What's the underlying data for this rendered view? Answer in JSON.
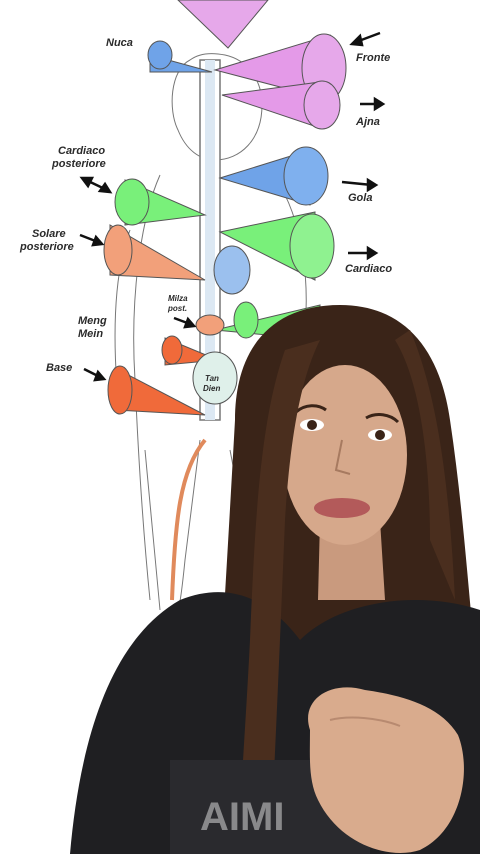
{
  "labels": {
    "nuca": "Nuca",
    "fronte": "Fronte",
    "ajna": "Ajna",
    "cardiaco_posteriore_1": "Cardiaco",
    "cardiaco_posteriore_2": "posteriore",
    "gola": "Gola",
    "solare_posteriore_1": "Solare",
    "solare_posteriore_2": "posteriore",
    "cardiaco": "Cardiaco",
    "milza_post_1": "Milza",
    "milza_post_2": "post.",
    "meng_mein_1": "Meng",
    "meng_mein_2": "Mein",
    "base": "Base",
    "tan_dien_1": "Tan",
    "tan_dien_2": "Dien"
  },
  "colors": {
    "magenta": "#e49ae8",
    "blue": "#6fa3e8",
    "green": "#79f07a",
    "salmon": "#f2a07a",
    "orange_red": "#f06a3a",
    "spine": "#9fbcd6"
  }
}
